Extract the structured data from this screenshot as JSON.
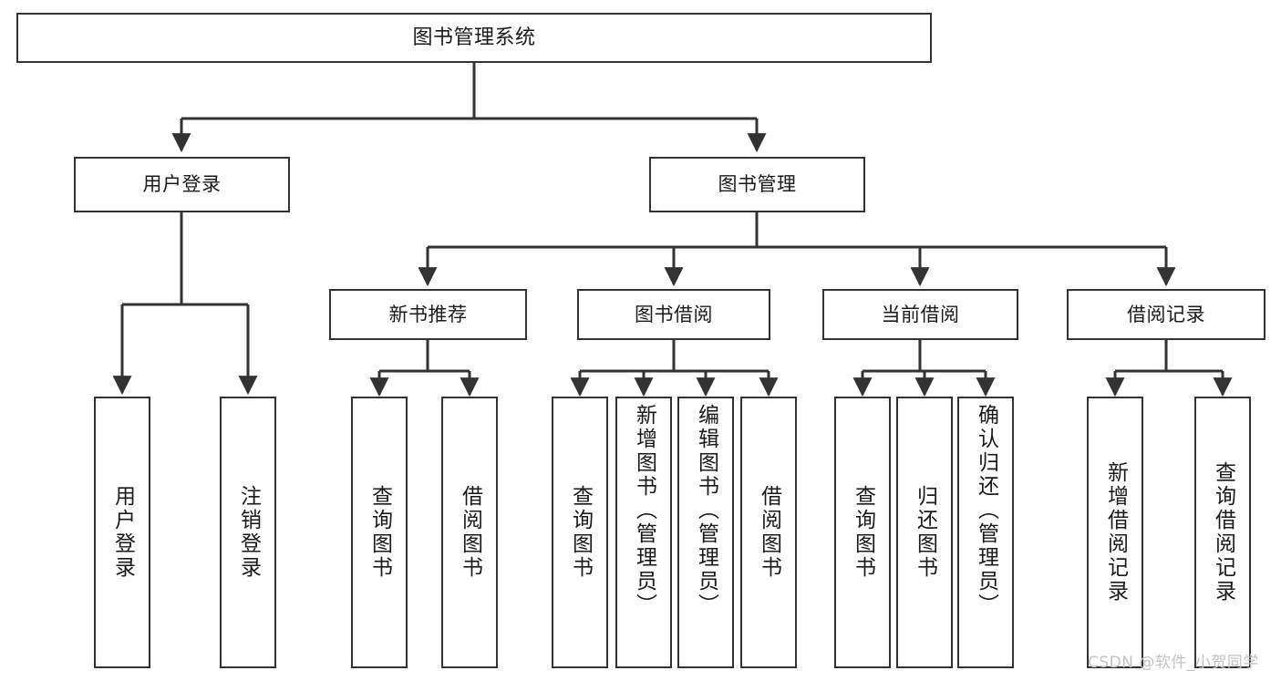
{
  "diagram": {
    "type": "tree",
    "title": "图书管理系统",
    "watermark": "CSDN @软件_小贺同学",
    "colors": {
      "background": "#ffffff",
      "border": "#333333",
      "text": "#1a1a1a",
      "connector": "#333333",
      "watermark": "#c3c3c3"
    },
    "nodes": {
      "root": {
        "label": "图书管理系统"
      },
      "level1": [
        {
          "label": "用户登录"
        },
        {
          "label": "图书管理"
        }
      ],
      "level2": [
        {
          "label": "新书推荐"
        },
        {
          "label": "图书借阅"
        },
        {
          "label": "当前借阅"
        },
        {
          "label": "借阅记录"
        }
      ],
      "leaves": {
        "user_login": [
          {
            "label": "用户登录"
          },
          {
            "label": "注销登录"
          }
        ],
        "new_book_recommend": [
          {
            "label": "查询图书"
          },
          {
            "label": "借阅图书"
          }
        ],
        "book_borrow": [
          {
            "label": "查询图书"
          },
          {
            "label": "新增图书（管理员）"
          },
          {
            "label": "编辑图书（管理员）"
          },
          {
            "label": "借阅图书"
          }
        ],
        "current_borrow": [
          {
            "label": "查询图书"
          },
          {
            "label": "归还图书"
          },
          {
            "label": "确认归还（管理员）"
          }
        ],
        "borrow_record": [
          {
            "label": "新增借阅记录"
          },
          {
            "label": "查询借阅记录"
          }
        ]
      }
    }
  }
}
